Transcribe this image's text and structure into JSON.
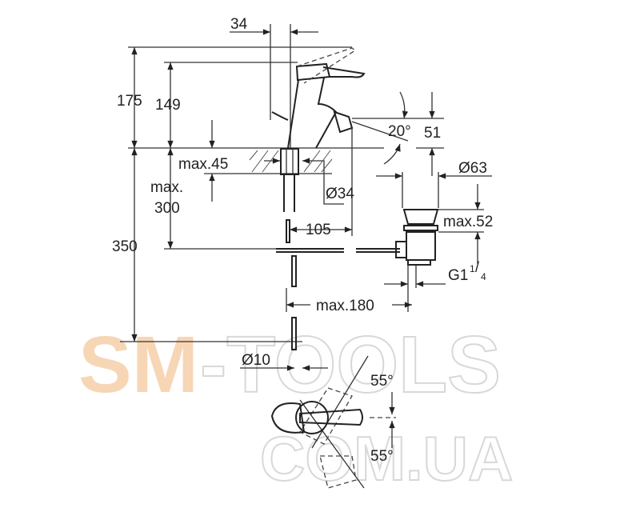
{
  "drawing": {
    "dimensions": {
      "spout_offset": "34",
      "total_height": "175",
      "body_height": "149",
      "max_deck_thickness": "max.45",
      "max_hose_line": "max.",
      "max_hose_value": "300",
      "supply_depth": "350",
      "spout_reach": "105",
      "hole_diameter": "Ø34",
      "spout_angle": "20°",
      "spout_height": "51",
      "drain_diameter": "Ø63",
      "drain_max_height": "max.52",
      "drain_thread": "G1",
      "drain_thread_fraction_num": "1",
      "drain_thread_fraction_den": "4",
      "max_rod_distance": "max.180",
      "rod_diameter": "Ø10",
      "lever_angle_top": "55°",
      "lever_angle_bottom": "55°"
    }
  },
  "watermark": {
    "line1_accent": "SM",
    "line1_rest": "-TOOLS",
    "line2": "COM.UA",
    "accent_color": "#f7d6b5",
    "outline_color": "#d8d8d8"
  }
}
